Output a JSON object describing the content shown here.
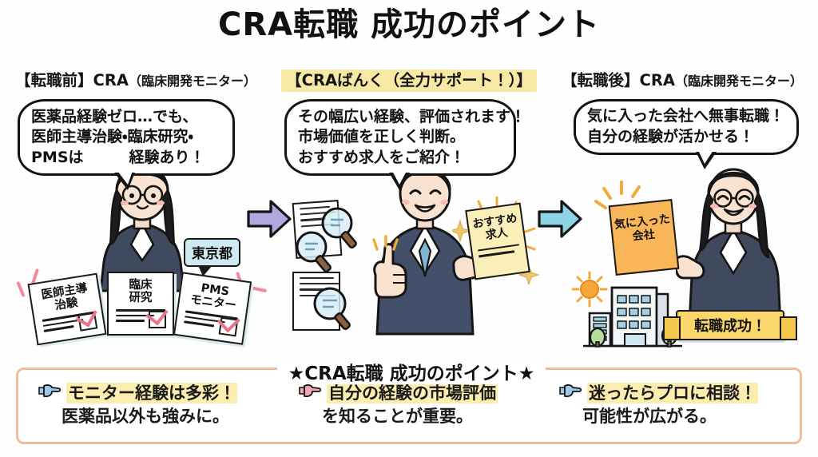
{
  "title": {
    "text": "CRA転職 成功のポイント",
    "highlight_color": "#f5dd88"
  },
  "panels": [
    {
      "id": "before",
      "header_bracket_left": "【転職前】",
      "header_main": "CRA",
      "header_paren": "（臨床開発モニター）",
      "bubble_lines": [
        "医薬品経験ゼロ…でも、",
        "医師主導治験・臨床研究・",
        "PMSは　　　経験あり！"
      ],
      "tag": "東京都",
      "documents": [
        {
          "title_line1": "医師主導",
          "title_line2": "治験"
        },
        {
          "title_line1": "臨床",
          "title_line2": "研究"
        },
        {
          "title_line1": "PMS",
          "title_line2": "モニター"
        }
      ]
    },
    {
      "id": "agency",
      "header_text": "【CRAばんく（全力サポート！）】",
      "header_highlight_color": "#f7e9a4",
      "bubble_lines": [
        "その幅広い経験、評価されます！",
        "市場価値を正しく判断。",
        "おすすめ求人をご紹介！"
      ],
      "job_card": {
        "line1": "おすすめ",
        "line2": "求人"
      }
    },
    {
      "id": "after",
      "header_bracket_left": "【転職後】",
      "header_main": "CRA",
      "header_paren": "（臨床開発モニター）",
      "bubble_lines": [
        "気に入った会社へ無事転職！",
        "自分の経験が活かせる！"
      ],
      "folder": {
        "line1": "気に入った",
        "line2": "会社"
      },
      "ribbon": "転職成功！"
    }
  ],
  "arrows": [
    {
      "name": "arrow-before-to-agency",
      "color": "#b0a8de"
    },
    {
      "name": "arrow-agency-to-after",
      "color": "#8fd3e6"
    }
  ],
  "summary": {
    "title": "★CRA転職 成功のポイント★",
    "border_color": "#f0b9a1",
    "highlight_color": "#fbedad",
    "points": [
      {
        "hand_color": "#9cc9e8",
        "line1": "モニター経験は多彩！",
        "line2": "医薬品以外も強みに。"
      },
      {
        "hand_color": "#f2a7b5",
        "line1": "自分の経験の市場評価",
        "line2": "を知ることが重要。"
      },
      {
        "hand_color": "#9cc9e8",
        "line1": "迷ったらプロに相談！",
        "line2": "可能性が広がる。"
      }
    ]
  }
}
